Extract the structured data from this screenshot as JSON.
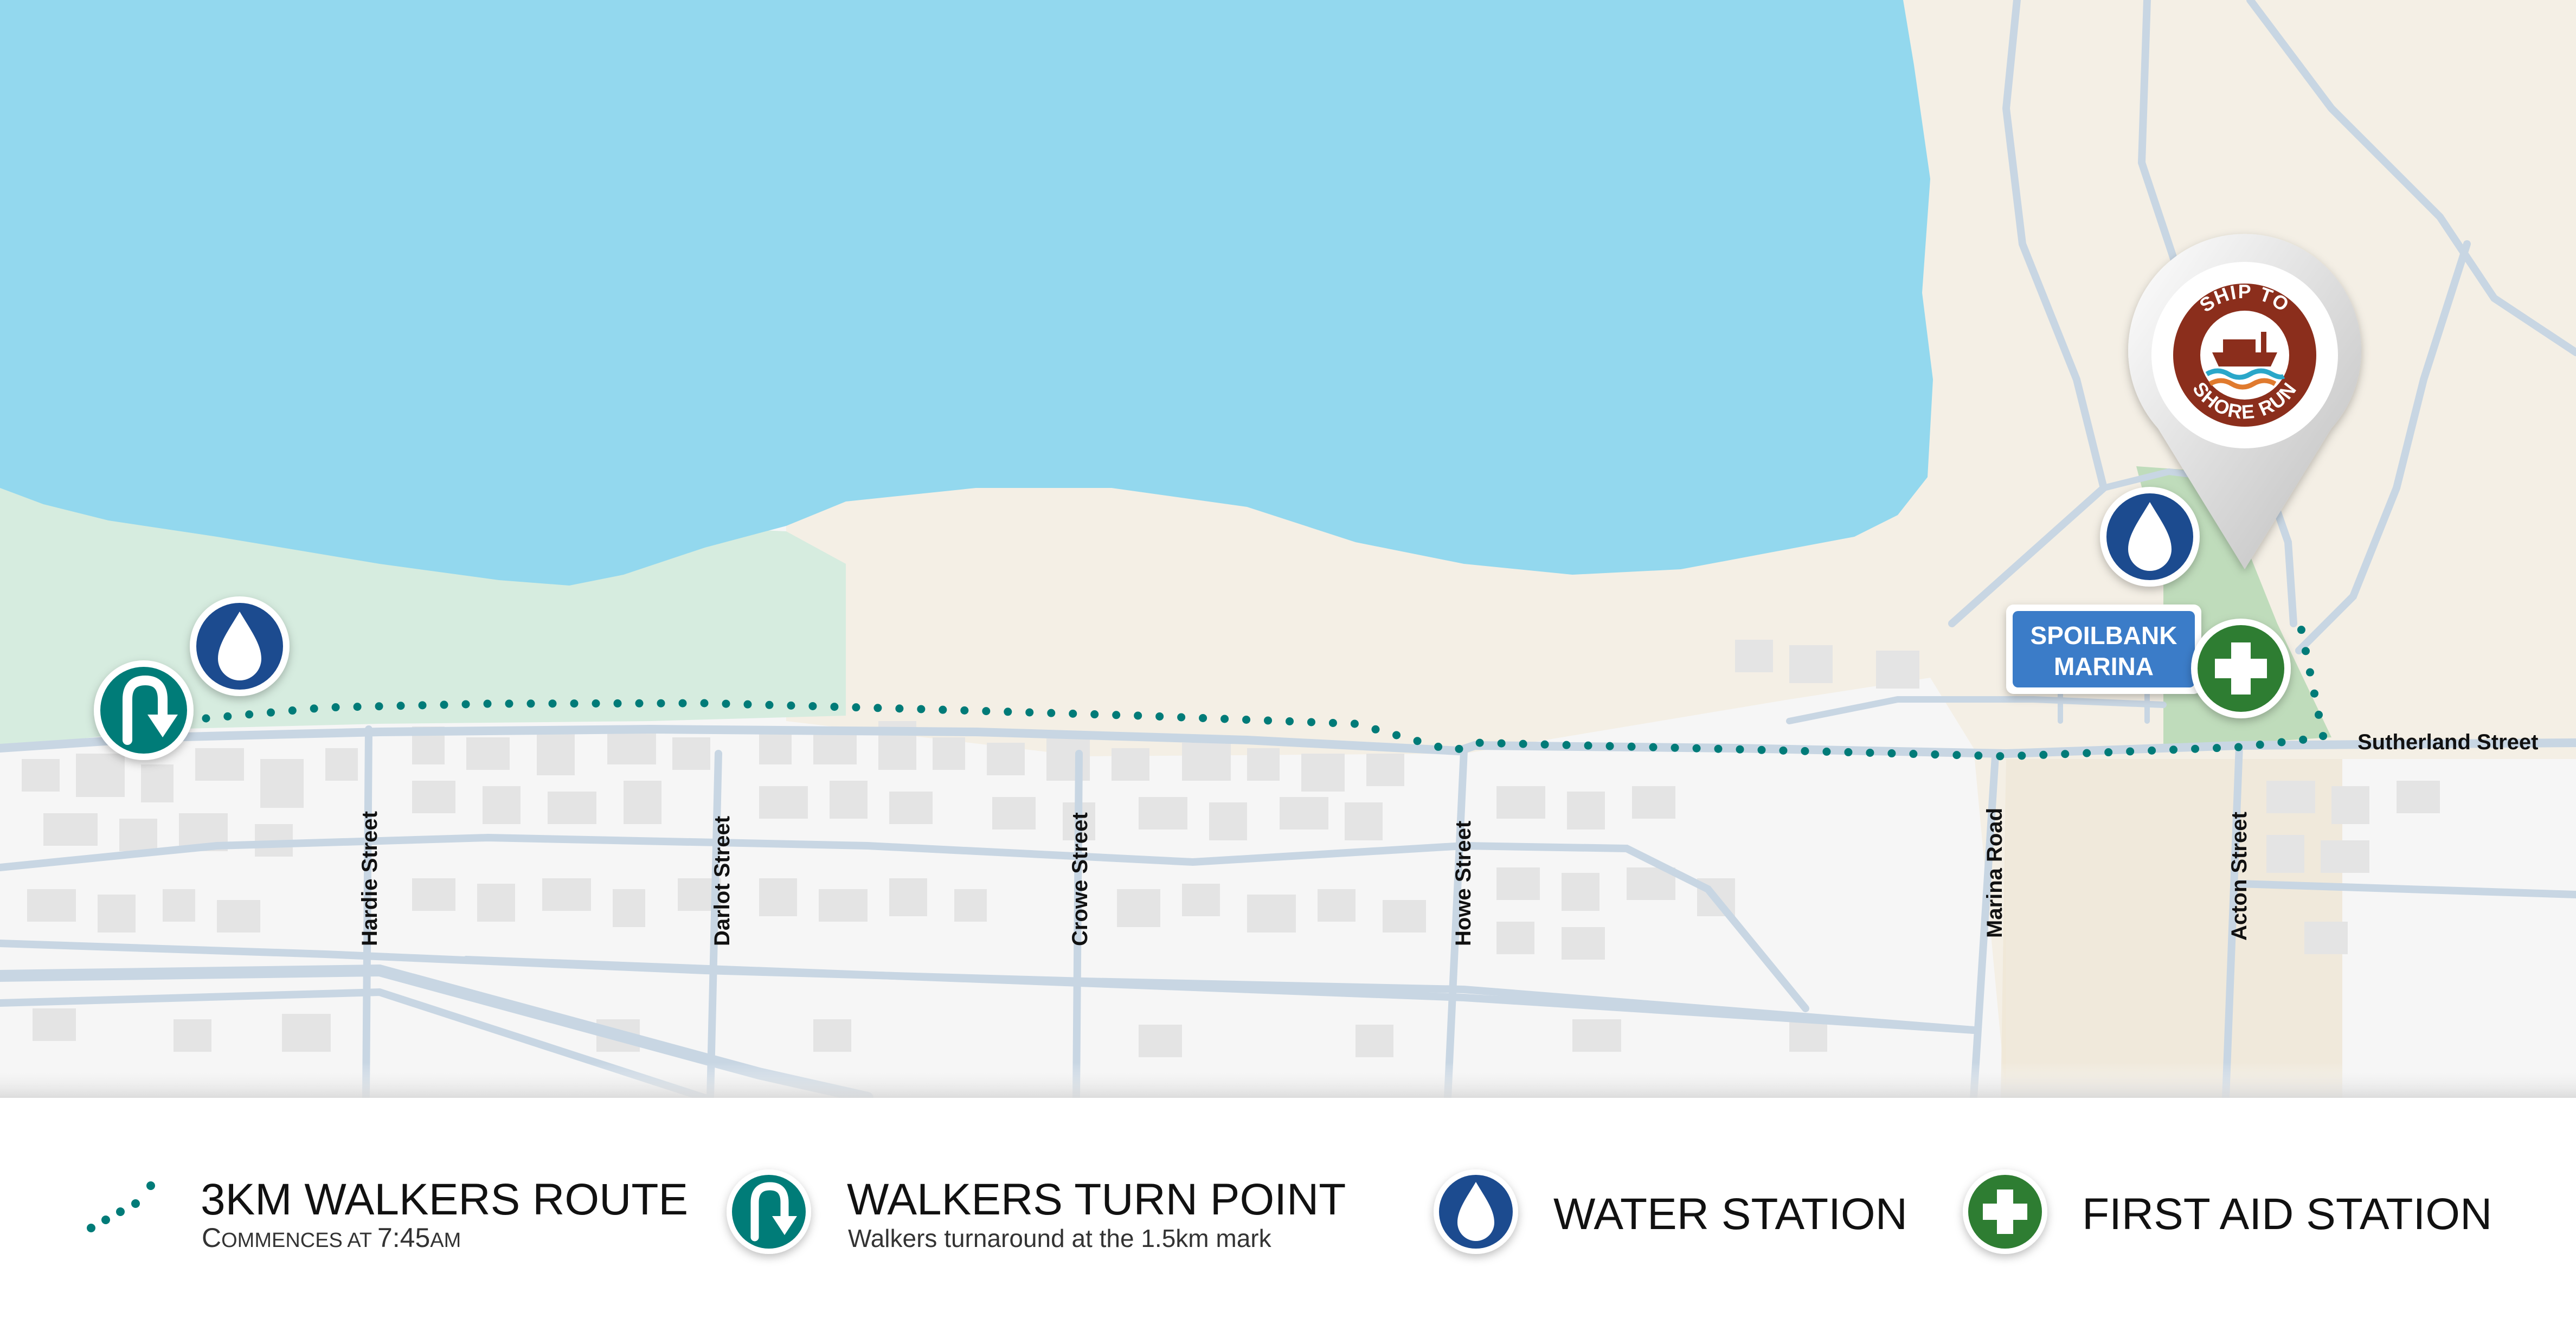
{
  "colors": {
    "water": "#93d8ee",
    "sand": "#f4efe5",
    "park": "#d6ecdf",
    "urban": "#f6f6f6",
    "road": "#c8d6e3",
    "route": "#007b78",
    "turn_point": "#007b78",
    "water_station": "#1e4b8f",
    "first_aid": "#2e7d32",
    "marina_sign": "#3a7bc8",
    "logo_brown": "#8b2d1a"
  },
  "streets": {
    "hardie": "Hardie Street",
    "darlot": "Darlot Street",
    "crowe": "Crowe Street",
    "howe": "Howe Street",
    "marina": "Marina Road",
    "acton": "Acton Street",
    "sutherland": "Sutherland Street"
  },
  "marina_label": {
    "line1": "SPOILBANK",
    "line2": "MARINA"
  },
  "logo": {
    "top_text": "SHIP TO",
    "bottom_text": "SHORE RUN"
  },
  "map_markers": [
    {
      "type": "turn-point"
    },
    {
      "type": "water-station"
    },
    {
      "type": "water-station"
    },
    {
      "type": "first-aid-station"
    }
  ],
  "legend": {
    "route": {
      "title": "3KM WALKERS ROUTE",
      "sub_big1": "C",
      "sub_small1": "OMMENCES AT ",
      "sub_time": "7:45",
      "sub_small2": "AM"
    },
    "turn": {
      "title": "WALKERS TURN POINT",
      "sub": "Walkers turnaround at the 1.5km mark"
    },
    "water": {
      "title": "WATER STATION"
    },
    "first_aid": {
      "title": "FIRST AID STATION"
    }
  }
}
